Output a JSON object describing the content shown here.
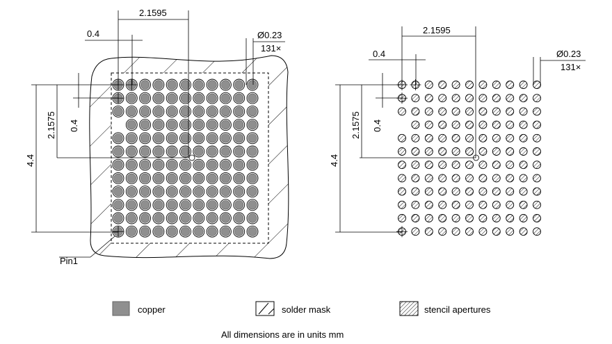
{
  "grid": {
    "rows": 12,
    "cols": 11,
    "missing": [
      [
        3,
        0
      ]
    ],
    "ball_count": 131
  },
  "left_view": {
    "dim_pitch_x": "2.1595",
    "dim_pitch_small": "0.4",
    "dim_diameter": "Ø0.23",
    "dim_count": "131×",
    "dim_height": "4.4",
    "dim_center_y": "2.1575",
    "dim_pitch_y": "0.4",
    "pin1_label": "Pin1"
  },
  "right_view": {
    "dim_pitch_x": "2.1595",
    "dim_pitch_small": "0.4",
    "dim_diameter": "Ø0.23",
    "dim_count": "131×",
    "dim_height": "4.4",
    "dim_center_y": "2.1575",
    "dim_pitch_y": "0.4"
  },
  "legend": {
    "copper": "copper",
    "solder_mask": "solder mask",
    "stencil": "stencil apertures"
  },
  "note": "All dimensions are in units mm",
  "colors": {
    "copper": "#8f8f8f",
    "line": "#000000"
  }
}
